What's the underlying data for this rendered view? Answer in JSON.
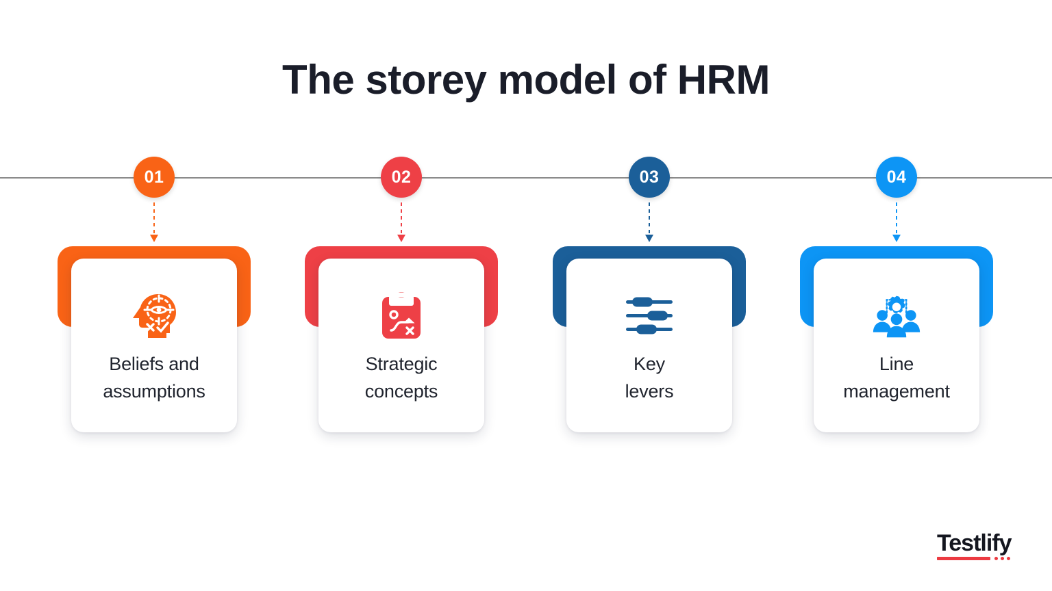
{
  "page": {
    "title": "The storey model of HRM",
    "background_color": "#ffffff",
    "title_color": "#1a1d29",
    "timeline_line_color": "#8a8a8a"
  },
  "timeline": {
    "steps": [
      {
        "badge": "01",
        "color": "#f96316",
        "icon": "head-target-eye-icon",
        "label_line1": "Beliefs and",
        "label_line2": "assumptions"
      },
      {
        "badge": "02",
        "color": "#ee4046",
        "icon": "clipboard-strategy-icon",
        "label_line1": "Strategic",
        "label_line2": "concepts"
      },
      {
        "badge": "03",
        "color": "#1b5f99",
        "icon": "sliders-icon",
        "label_line1": "Key",
        "label_line2": "levers"
      },
      {
        "badge": "04",
        "color": "#0d95f5",
        "icon": "team-gear-icon",
        "label_line1": "Line",
        "label_line2": "management"
      }
    ]
  },
  "logo": {
    "wordmark": "Testlify",
    "accent_color": "#ec3a41"
  }
}
